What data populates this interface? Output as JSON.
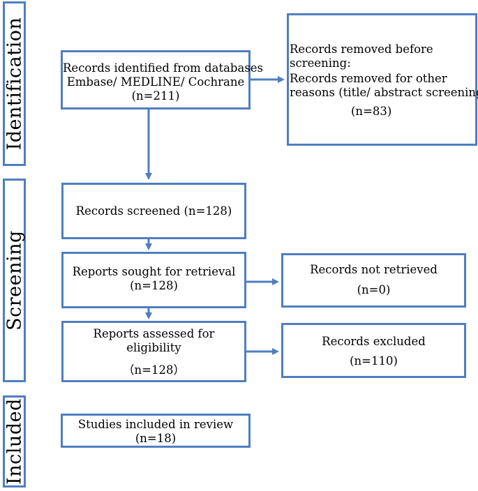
{
  "phases": {
    "identification": "Identification",
    "screening": "Screening",
    "included": "Included"
  },
  "boxes": {
    "identified": {
      "line1": "Records identified from databases",
      "line2": "Embase/ MEDLINE/ Cochrane",
      "line3": "(n=211)"
    },
    "removed": {
      "line1": "Records removed before",
      "line2": "screening:",
      "line3": "Records removed for other",
      "line4": "reasons (title/ abstract screening)",
      "line5": "(n=83)"
    },
    "screened": {
      "line1": "Records screened (n=128)"
    },
    "sought": {
      "line1": "Reports sought for retrieval",
      "line2": "(n=128)"
    },
    "not_retrieved": {
      "line1": "Records not retrieved",
      "line2": "(n=0)"
    },
    "assessed": {
      "line1": "Reports assessed for",
      "line2": "eligibility",
      "line3": "（n=128）"
    },
    "excluded": {
      "line1": "Records excluded",
      "line2": "(n=110)"
    },
    "included": {
      "line1": "Studies included in review",
      "line2": "(n=18)"
    }
  },
  "colors": {
    "border": "#4f7ebf",
    "arrow": "#4f7ebf"
  }
}
